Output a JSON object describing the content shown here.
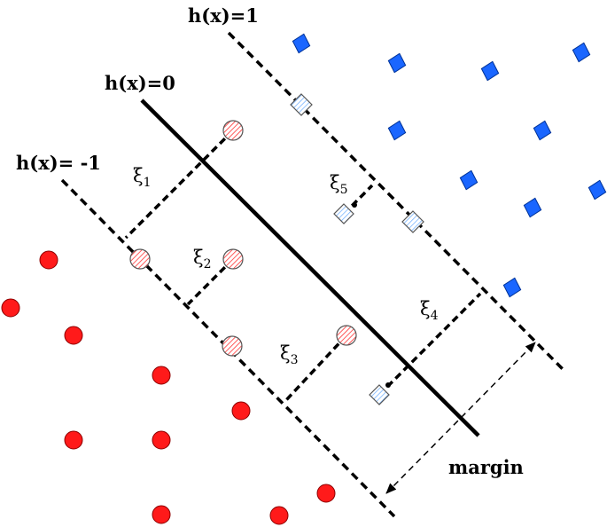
{
  "labels": {
    "h_pos": "h(x)=1",
    "h_zero": "h(x)=0",
    "h_neg": "h(x)= -1",
    "margin": "margin"
  },
  "slack": [
    {
      "symbol": "ξ",
      "sub": "1"
    },
    {
      "symbol": "ξ",
      "sub": "2"
    },
    {
      "symbol": "ξ",
      "sub": "3"
    },
    {
      "symbol": "ξ",
      "sub": "4"
    },
    {
      "symbol": "ξ",
      "sub": "5"
    }
  ],
  "colors": {
    "negative_class": "#ff1a1a",
    "positive_class": "#1a66ff",
    "line": "#000000"
  },
  "icons": {
    "negative": "filled-red-circle",
    "positive": "filled-blue-diamond",
    "negative_violator": "hatched-red-circle",
    "positive_violator": "hatched-blue-diamond"
  }
}
